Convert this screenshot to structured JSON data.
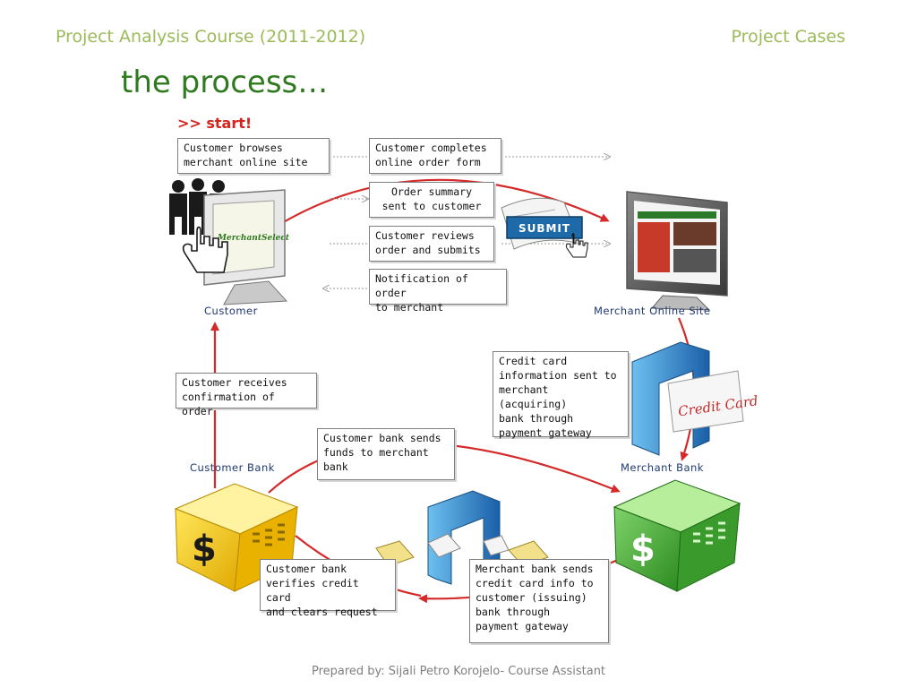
{
  "header": {
    "course": "Project Analysis Course (2011-2012)",
    "section": "Project Cases"
  },
  "slide_title": "the process…",
  "footer": "Prepared by: Sijali Petro Korojelo- Course Assistant",
  "diagram": {
    "start_label": ">> start!",
    "steps": {
      "browse": "Customer browses\nmerchant online site",
      "complete": "Customer completes\nonline order form",
      "summary": "Order summary\nsent to customer",
      "review": "Customer reviews\norder and submits",
      "notify": "Notification of order\nto merchant",
      "card_info": "Credit card\ninformation sent to\nmerchant (acquiring)\nbank through\npayment gateway",
      "confirm": "Customer receives\nconfirmation of order",
      "funds": "Customer bank sends\nfunds to merchant\nbank",
      "verify": "Customer bank\nverifies credit card\nand clears request",
      "issuing": "Merchant bank sends\ncredit card info to\ncustomer (issuing)\nbank through\npayment gateway"
    },
    "nodes": {
      "customer": "Customer",
      "merchant_site": "Merchant Online Site",
      "customer_bank": "Customer Bank",
      "merchant_bank": "Merchant Bank"
    },
    "graphics": {
      "submit_button": "SUBMIT",
      "credit_card": "Credit Card",
      "site_logo": "MerchantSelect",
      "dollar_sign": "$"
    },
    "colors": {
      "flow_arrow": "#d42a2a",
      "customer_bank_cube": "#f2c318",
      "merchant_bank_cube": "#3a9b2c",
      "gateway_arch": "#2f86c8",
      "heading_green": "#2f7a1f",
      "header_green": "#9bbb59"
    }
  }
}
